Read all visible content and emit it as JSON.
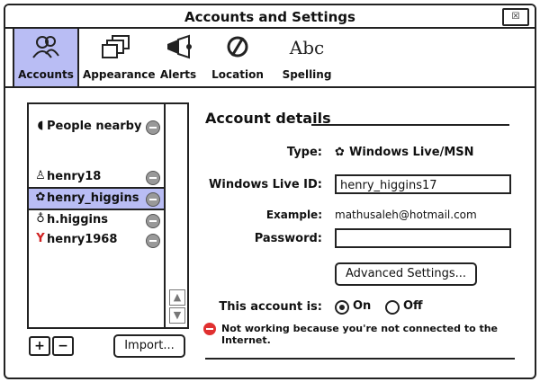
{
  "window": {
    "title": "Accounts and Settings",
    "control_label": "☒"
  },
  "toolbar": {
    "tabs": [
      {
        "label": "Accounts",
        "icon": "people-icon",
        "active": true
      },
      {
        "label": "Appearance",
        "icon": "windows-stack-icon",
        "active": false
      },
      {
        "label": "Alerts",
        "icon": "megaphone-icon",
        "active": false
      },
      {
        "label": "Location",
        "icon": "location-icon",
        "active": false
      },
      {
        "label": "Spelling",
        "icon": "spelling-icon",
        "active": false
      }
    ]
  },
  "accounts_list": {
    "items": [
      {
        "label": "People nearby",
        "icon": "nearby-icon",
        "selected": false
      },
      {
        "label": "henry18",
        "icon": "person-icon",
        "selected": false
      },
      {
        "label": "henry_higgins",
        "icon": "msn-icon",
        "selected": true
      },
      {
        "label": "h.higgins",
        "icon": "bulb-icon",
        "selected": false
      },
      {
        "label": "henry1968",
        "icon": "yahoo-icon",
        "selected": false
      }
    ],
    "scroll_up": "▲",
    "scroll_down": "▼"
  },
  "list_actions": {
    "add_label": "+",
    "remove_label": "−",
    "import_label": "Import..."
  },
  "details": {
    "title": "Account details",
    "type_label": "Type:",
    "type_value": "Windows Live/MSN",
    "id_label": "Windows Live ID:",
    "id_value": "henry_higgins17",
    "example_label": "Example:",
    "example_value": "mathusaleh@hotmail.com",
    "password_label": "Password:",
    "password_value": "",
    "advanced_label": "Advanced Settings...",
    "status_label": "This account is:",
    "on_label": "On",
    "off_label": "Off",
    "on_selected": true,
    "error_text": "Not working because you're not connected to the Internet."
  }
}
